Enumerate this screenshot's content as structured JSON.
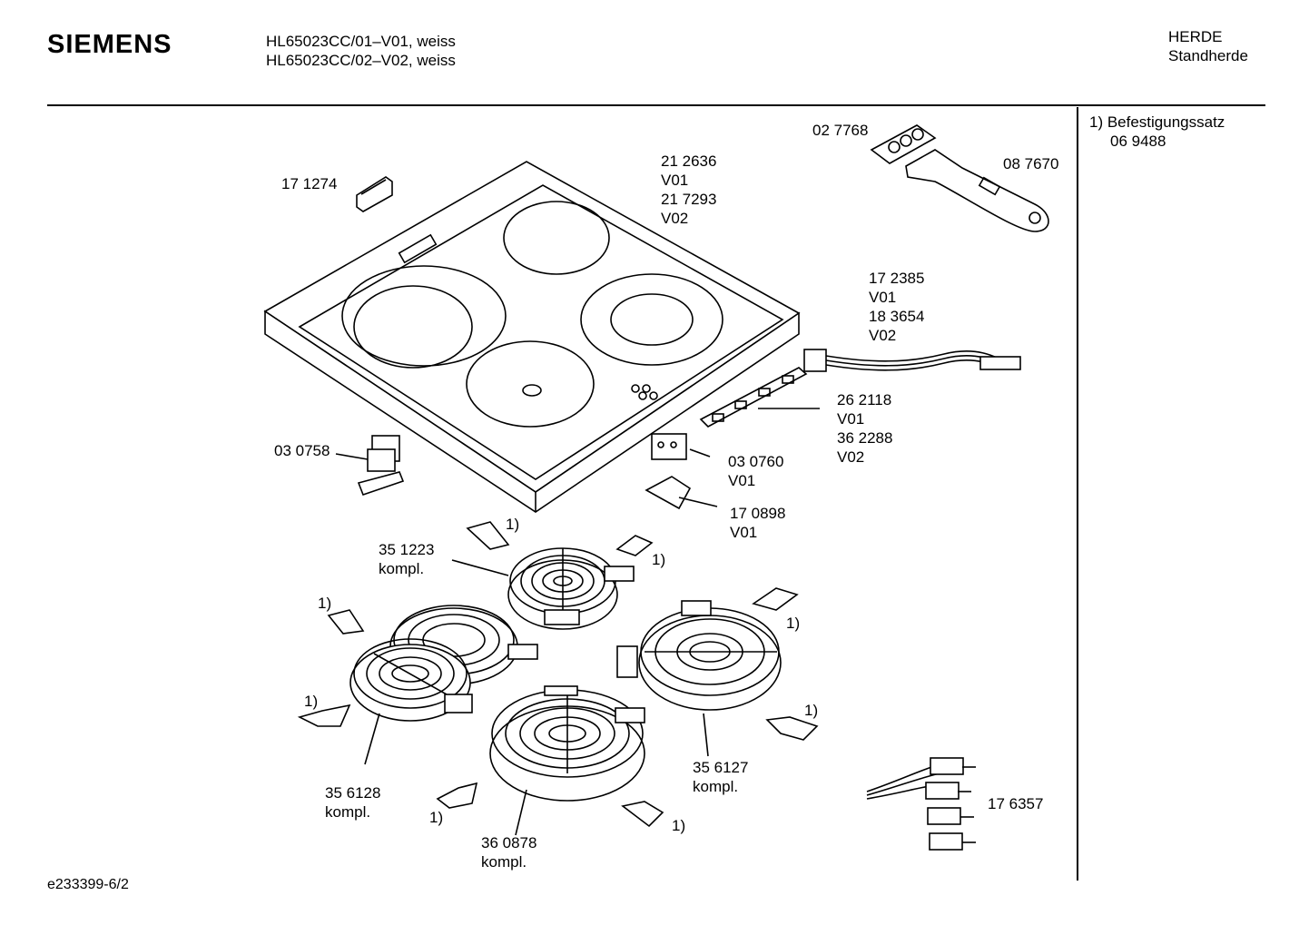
{
  "header": {
    "brand": "SIEMENS",
    "model_line_1": "HL65023CC/01–V01, weiss",
    "model_line_2": "HL65023CC/02–V02, weiss",
    "category": "HERDE",
    "subcategory": "Standherde"
  },
  "legend": {
    "note_line_1": "1) Befestigungssatz",
    "note_line_2": "06 9488"
  },
  "parts": {
    "p171274": "17 1274",
    "p212636": "21 2636",
    "p212636_v": "V01",
    "p217293": "21 7293",
    "p217293_v": "V02",
    "p027768": "02 7768",
    "p087670": "08 7670",
    "p172385": "17 2385",
    "p172385_v": "V01",
    "p183654": "18 3654",
    "p183654_v": "V02",
    "p262118": "26 2118",
    "p262118_v": "V01",
    "p362288": "36 2288",
    "p362288_v": "V02",
    "p030758": "03 0758",
    "p030760": "03 0760",
    "p030760_v": "V01",
    "p170898": "17 0898",
    "p170898_v": "V01",
    "p351223": "35 1223",
    "p351223_k": "kompl.",
    "p356128": "35 6128",
    "p356128_k": "kompl.",
    "p356127": "35 6127",
    "p356127_k": "kompl.",
    "p360878": "36 0878",
    "p360878_k": "kompl.",
    "p176357": "17 6357"
  },
  "footnote_markers": [
    "1)",
    "1)",
    "1)",
    "1)",
    "1)",
    "1)",
    "1)",
    "1)"
  ],
  "footer": {
    "doc_id": "e233399-6/2"
  }
}
